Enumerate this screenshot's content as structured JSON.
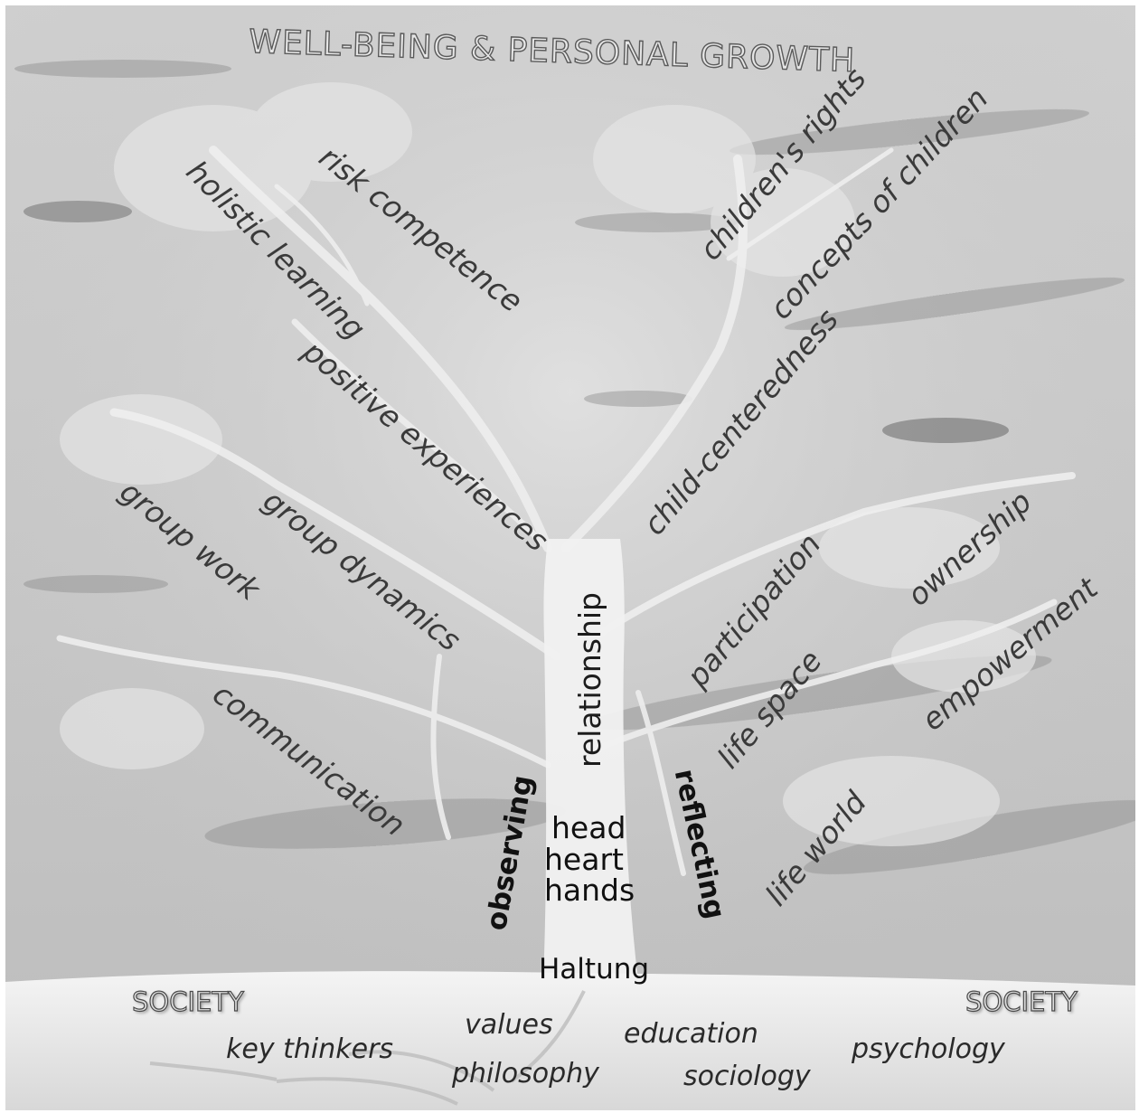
{
  "title": "WELL-BEING & PERSONAL GROWTH",
  "branches_left": {
    "risk_competence": "risk competence",
    "holistic_learning": "holistic learning",
    "positive_experiences": "positive experiences",
    "group_work": "group work",
    "group_dynamics": "group dynamics",
    "communication": "communication"
  },
  "branches_right": {
    "childrens_rights": "children's rights",
    "concepts_of_children": "concepts of children",
    "child_centeredness": "child-centeredness",
    "ownership": "ownership",
    "participation": "participation",
    "empowerment": "empowerment",
    "life_space": "life space",
    "life_world": "life world"
  },
  "trunk": {
    "relationship": "relationship",
    "observing": "observing",
    "reflecting": "reflecting",
    "head": "head",
    "heart": "heart",
    "hands": "hands",
    "haltung": "Haltung"
  },
  "ground": {
    "society_left": "SOCIETY",
    "society_right": "SOCIETY"
  },
  "roots": {
    "values": "values",
    "education": "education",
    "key_thinkers": "key thinkers",
    "psychology": "psychology",
    "philosophy": "philosophy",
    "sociology": "sociology"
  }
}
